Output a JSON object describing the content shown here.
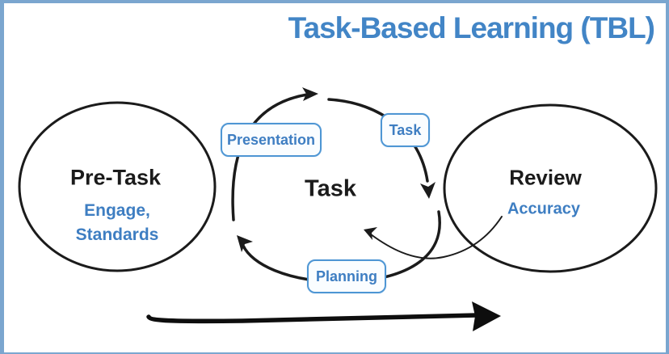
{
  "title": "Task-Based Learning (TBL)",
  "colors": {
    "accent_blue": "#4285C6",
    "label_blue": "#3E7EC2",
    "box_border_blue": "#4E96D4",
    "box_fill": "#FAFDFF",
    "ink_black": "#1B1B1B",
    "frame_border_blue": "#7BA6CF"
  },
  "diagram": {
    "pre_task": {
      "title": "Pre-Task",
      "subtitle_line1": "Engage,",
      "subtitle_line2": "Standards"
    },
    "cycle": {
      "center_label": "Task",
      "steps": [
        {
          "label": "Presentation"
        },
        {
          "label": "Task"
        },
        {
          "label": "Planning"
        }
      ]
    },
    "review": {
      "title": "Review",
      "subtitle": "Accuracy"
    }
  }
}
